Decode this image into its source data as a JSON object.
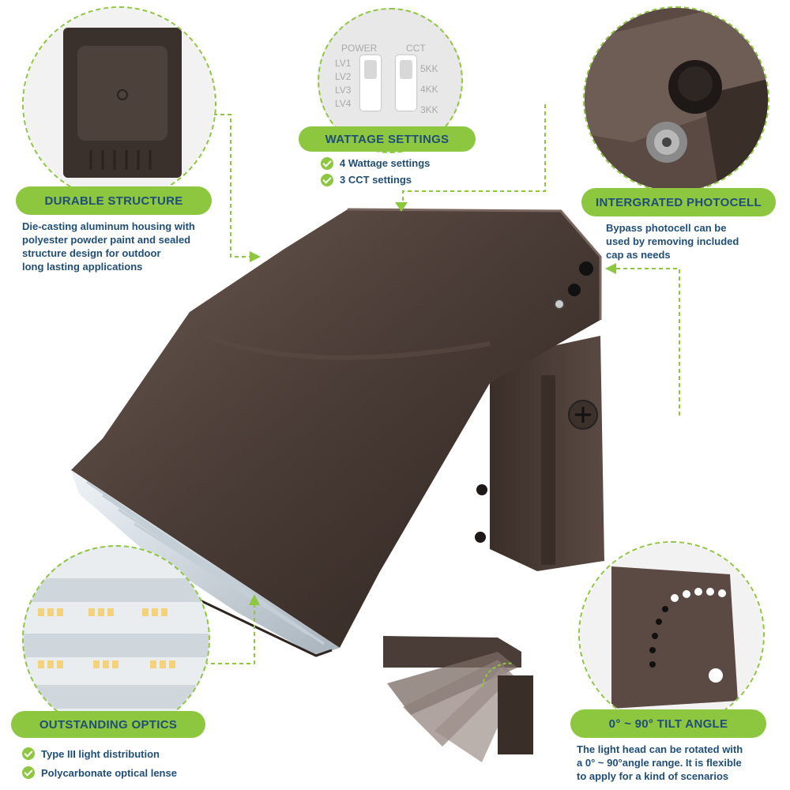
{
  "colors": {
    "accent": "#8dc63f",
    "text": "#1f4e79",
    "housing": "#4a3c36"
  },
  "durable": {
    "title": "DURABLE STRUCTURE",
    "lines": [
      "Die-casting aluminum housing with",
      "polyester powder paint and sealed",
      "structure design for outdoor",
      "long lasting applications"
    ]
  },
  "wattage": {
    "title": "WATTAGE SETTINGS",
    "items": [
      "4 Wattage settings",
      "3 CCT settings"
    ],
    "switch": {
      "power_label": "POWER",
      "cct_label": "CCT",
      "levels": [
        "LV1",
        "LV2",
        "LV3",
        "LV4"
      ],
      "ccts": [
        "5KK",
        "4KK",
        "3KK"
      ]
    }
  },
  "photocell": {
    "title": "INTERGRATED PHOTOCELL",
    "lines": [
      "Bypass photocell can be",
      "used by removing included",
      "cap as needs"
    ]
  },
  "optics": {
    "title": "OUTSTANDING OPTICS",
    "items": [
      "Type III light distribution",
      "Polycarbonate optical lense"
    ]
  },
  "tilt": {
    "title": "0° ~ 90° TILT ANGLE",
    "lines": [
      "The light head can be rotated with",
      "a 0° ~ 90°angle range. It is flexible",
      "to apply for a kind of scenarios"
    ]
  }
}
